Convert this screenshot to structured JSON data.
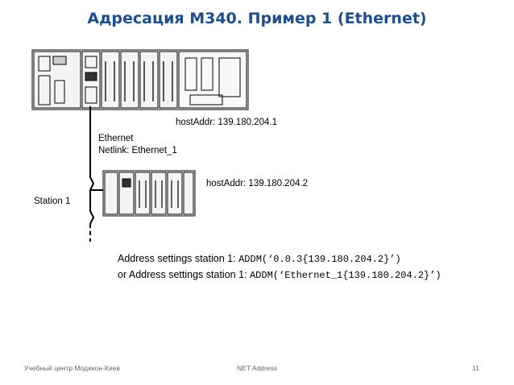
{
  "slide": {
    "title": "Адресация M340. Пример 1 (Ethernet)",
    "host_addr_1": "hostAddr: 139.180.204.1",
    "ethernet_label": "Ethernet",
    "netlink_label": "Netlink: Ethernet_1",
    "host_addr_2": "hostAddr: 139.180.204.2",
    "station_label": "Station 1",
    "address_line_1": {
      "prefix": "Address settings station 1: ",
      "code": "ADDM(‘0.0.3{139.180.204.2}’)"
    },
    "address_line_2": {
      "prefix": "or Address settings station 1: ",
      "code": "ADDM(‘Ethernet_1{139.180.204.2}’)"
    }
  },
  "footer": {
    "left": "Учебный центр Модикон-Киев",
    "center": "NET Address",
    "page_number": "11"
  }
}
